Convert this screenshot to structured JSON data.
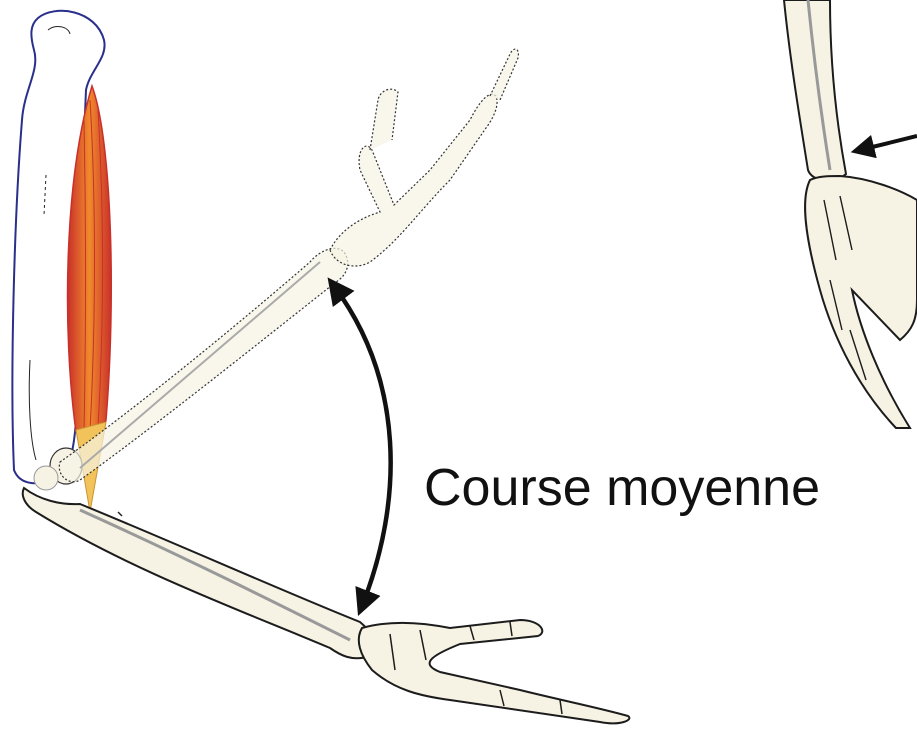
{
  "diagram": {
    "caption": "Course moyenne",
    "colors": {
      "bone_fill": "#f6f3e4",
      "bone_stroke": "#1c1c1c",
      "humerus_outline": "#2a2f8c",
      "muscle_fill": "#e8792a",
      "muscle_stripe": "#c9302a",
      "tendon_fill": "#f2c35a",
      "arrow": "#111111"
    },
    "icons": {
      "range_arrow": "double-headed-arc-arrow",
      "pointer_arrow": "pointer-arrow"
    }
  }
}
